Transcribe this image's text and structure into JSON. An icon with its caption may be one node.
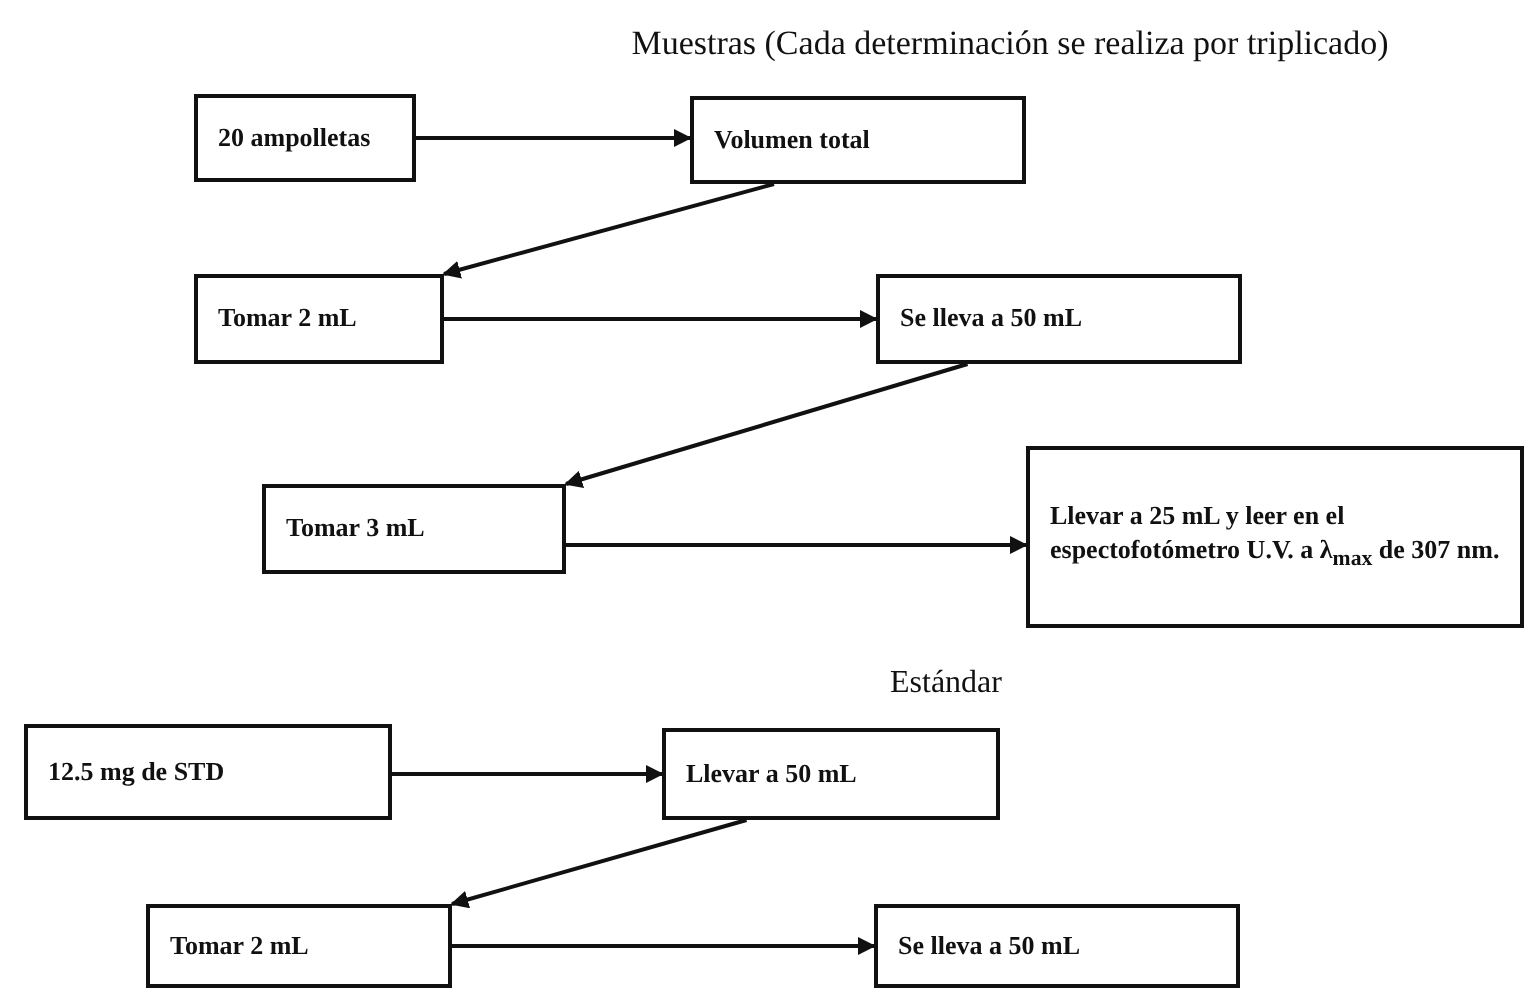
{
  "diagram": {
    "title": "Muestras (Cada determinación se realiza por triplicado)",
    "nodes": [
      {
        "text": [
          "20 ampolletas"
        ]
      },
      {
        "text": [
          "Volumen total"
        ]
      },
      {
        "text": [
          "Tomar 2 mL"
        ]
      },
      {
        "text": [
          "Se lleva a 50 mL"
        ]
      },
      {
        "text": [
          "Tomar 3 mL"
        ]
      },
      {
        "text": [
          "Llevar a 25 mL y leer en el espectofotómetro U.V. a λ$_{max}$ de 307 nm."
        ]
      },
      {
        "text": [
          "12.5 mg de STD"
        ]
      },
      {
        "text": [
          "Llevar a 50 mL"
        ]
      },
      {
        "text": [
          "Tomar 2 mL"
        ]
      },
      {
        "text": [
          "Se lleva a 50 mL"
        ]
      }
    ],
    "edges": [
      {
        "from": 0,
        "to": 1,
        "arrow": "to"
      },
      {
        "from": 1,
        "to": 2,
        "arrow": "to"
      },
      {
        "from": 2,
        "to": 3,
        "arrow": "to"
      },
      {
        "from": 3,
        "to": 4,
        "arrow": "to"
      },
      {
        "from": 4,
        "to": 5,
        "arrow": "to"
      },
      {
        "from": 6,
        "to": 7,
        "arrow": "to"
      },
      {
        "from": 7,
        "to": 8,
        "arrow": "to"
      },
      {
        "from": 8,
        "to": 9,
        "arrow": "to"
      }
    ],
    "labels": [
      "Estándar"
    ]
  }
}
